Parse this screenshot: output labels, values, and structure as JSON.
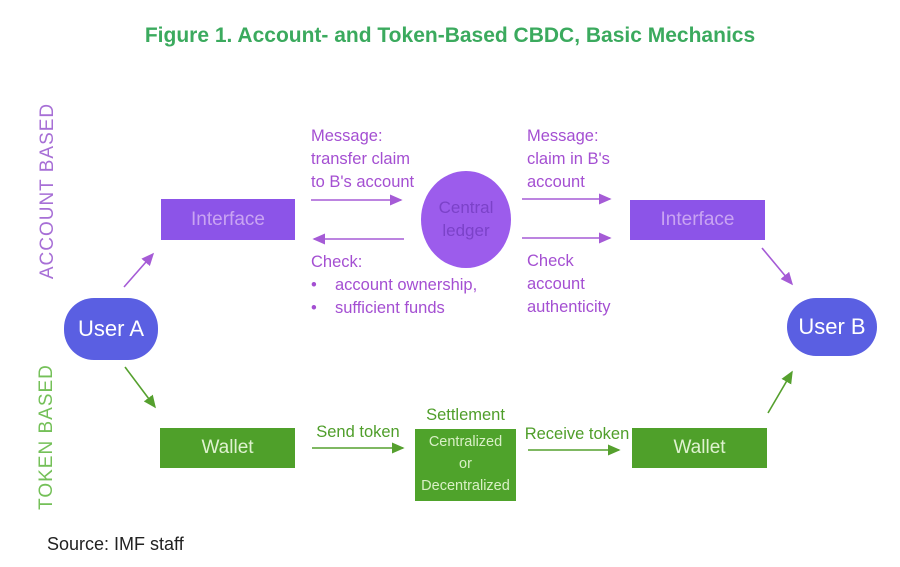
{
  "title": "Figure 1. Account- and Token-Based CBDC, Basic Mechanics",
  "source_note": "Source: IMF staff",
  "colors": {
    "title_green": "#3BAA5E",
    "purple_node_fill": "#8C54E8",
    "purple_circle_fill": "#9C5CEC",
    "purple_annotation_text": "#A44FD2",
    "account_label_purple": "#A76FD6",
    "green_node_fill": "#4FA02A",
    "green_annotation_text": "#4F9E2A",
    "token_label_green": "#74C058",
    "user_pill_blue": "#5A5FE2"
  },
  "tracks": {
    "account_based": "ACCOUNT BASED",
    "token_based": "TOKEN BASED"
  },
  "nodes": {
    "user_a": "User A",
    "user_b": "User B",
    "interface_left": "Interface",
    "interface_right": "Interface",
    "central_ledger_line1": "Central",
    "central_ledger_line2": "ledger",
    "wallet_left": "Wallet",
    "wallet_right": "Wallet",
    "settlement_heading": "Settlement",
    "settlement_line1": "Centralized",
    "settlement_line2": "or",
    "settlement_line3": "Decentralized"
  },
  "labels": {
    "bullet": "•",
    "message_transfer": [
      "Message:",
      "transfer claim",
      "to B's account"
    ],
    "check_left_title": "Check:",
    "check_left_items": [
      "account ownership,",
      "sufficient funds"
    ],
    "message_claim": [
      "Message:",
      "claim in B's",
      "account"
    ],
    "check_right": [
      "Check",
      "account",
      "authenticity"
    ],
    "send_token": "Send token",
    "receive_token": "Receive token"
  }
}
